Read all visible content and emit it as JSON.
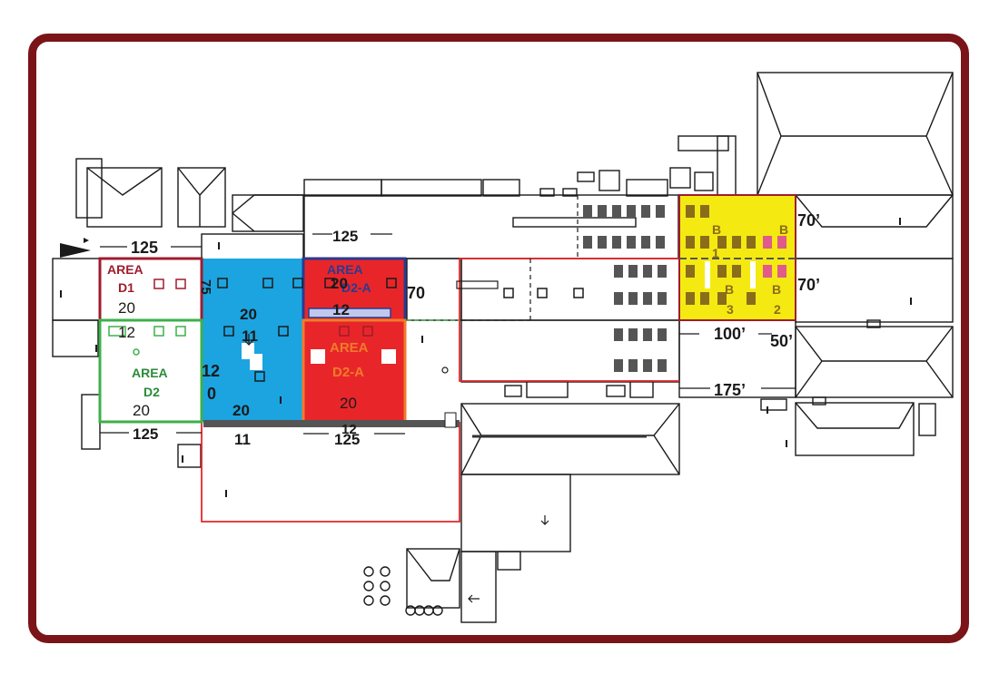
{
  "colors": {
    "frame": "#7a1418",
    "area_d1": "#a01c2c",
    "area_blue": "#1ba4e0",
    "area_d2a_fill": "#e8262a",
    "area_d2a_border": "#f07b2a",
    "area_top_border": "#2b3a8f",
    "area_d2": "#3db04a",
    "area_b": "#f4ea12",
    "bldg_line": "#1a1a1a"
  },
  "areas": {
    "d1": {
      "line1": "AREA",
      "line2": "D1",
      "w": "20",
      "h": "12"
    },
    "d2": {
      "line1": "AREA",
      "line2": "D2",
      "w": "20",
      "ww": "125"
    },
    "d2a": {
      "line1": "AREA",
      "line2": "D2-A",
      "w": "20",
      "ww": "12",
      "bottom": "125"
    },
    "top": {
      "line1": "AREA",
      "line2": "D2-A",
      "w": "20",
      "h": "12",
      "top": "125"
    },
    "blue": {
      "num_top": "20",
      "num_left": "12",
      "num_mid": "11",
      "num_bottom": "20",
      "num_bottom2": "11",
      "side": "75",
      "left_zero": "0"
    },
    "b": {
      "b1": "B",
      "b1n": "1",
      "b2": "B",
      "b2n": "3",
      "b3": "B",
      "b3n": "2",
      "b4": "B"
    }
  },
  "dimensions": {
    "left_125": "125",
    "top_125": "125",
    "mid_70": "70",
    "right_70a": "70’",
    "right_70b": "70’",
    "d100": "100’",
    "d50": "50’",
    "d175": "175’"
  }
}
